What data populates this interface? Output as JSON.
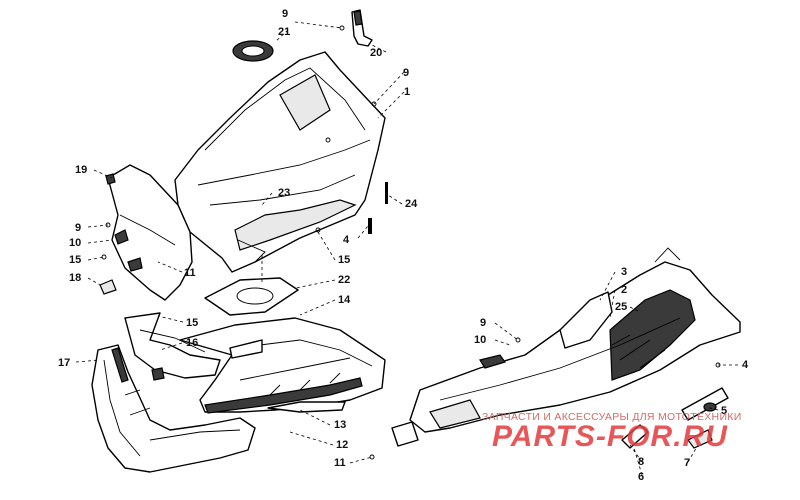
{
  "callouts": {
    "c1": "1",
    "c2": "2",
    "c3": "3",
    "c4a": "4",
    "c4b": "4",
    "c5": "5",
    "c6": "6",
    "c7": "7",
    "c8": "8",
    "c9a": "9",
    "c9b": "9",
    "c9c": "9",
    "c9d": "9",
    "c10a": "10",
    "c10b": "10",
    "c11a": "11",
    "c11b": "11",
    "c12": "12",
    "c13": "13",
    "c14": "14",
    "c15a": "15",
    "c15b": "15",
    "c15c": "15",
    "c16": "16",
    "c17": "17",
    "c18": "18",
    "c19": "19",
    "c20": "20",
    "c21": "21",
    "c22": "22",
    "c23": "23",
    "c24": "24",
    "c25": "25"
  },
  "watermark": {
    "top_text": "ЗАПЧАСТИ И АКСЕССУАРЫ ДЛЯ МОТОТЕХНИКИ",
    "brand": "PARTS-FOR.RU"
  },
  "colors": {
    "watermark": "#e3393b",
    "line": "#000000"
  }
}
